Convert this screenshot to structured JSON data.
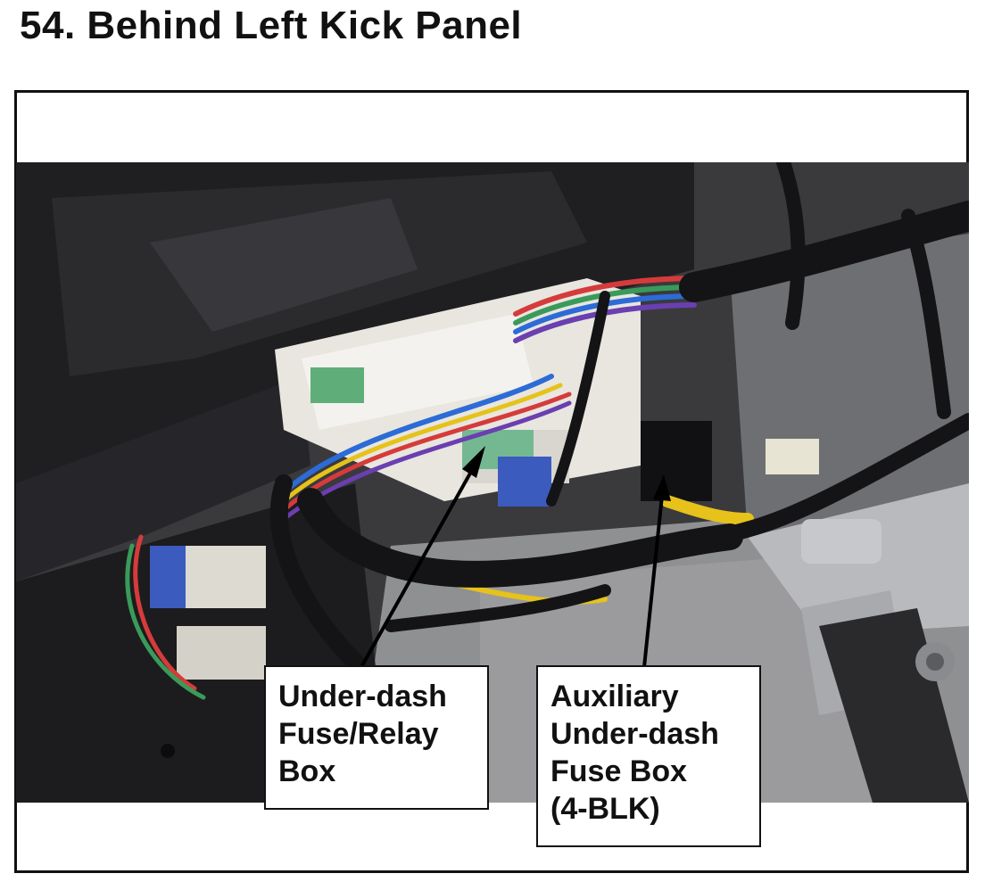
{
  "title": "54.  Behind Left Kick Panel",
  "callouts": {
    "left": {
      "lines": [
        "Under-dash",
        "Fuse/Relay",
        "Box"
      ]
    },
    "right": {
      "lines": [
        "Auxiliary",
        "Under-dash",
        "Fuse Box",
        "(4-BLK)"
      ]
    }
  },
  "colors": {
    "frame": "#111111",
    "arrow": "#000000",
    "connector_blue": "#3b5bbf",
    "connector_green": "#5fae7a",
    "wire_yellow": "#e6c21a"
  }
}
